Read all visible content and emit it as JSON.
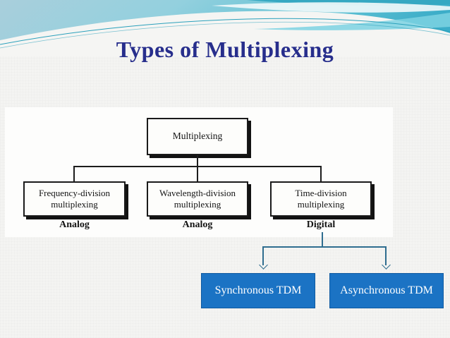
{
  "slide": {
    "title": "Types of Multiplexing"
  },
  "diagram": {
    "root_label": "Multiplexing",
    "nodes": [
      {
        "label": "Frequency-division multiplexing",
        "category": "Analog"
      },
      {
        "label": "Wavelength-division multiplexing",
        "category": "Analog"
      },
      {
        "label": "Time-division multiplexing",
        "category": "Digital"
      }
    ]
  },
  "tdm_boxes": [
    {
      "label": "Synchronous TDM"
    },
    {
      "label": "Asynchronous TDM"
    }
  ],
  "colors": {
    "title_text": "#272e8c",
    "header_teal": "#3cadc8",
    "header_cyan_band": "#7dd2e2",
    "scan_ink": "#1a1a1a",
    "arrow_line": "#2f6d8f",
    "tdm_fill": "#1b73c4",
    "tdm_border": "#0f5aa0",
    "tdm_text": "#ffffff"
  }
}
